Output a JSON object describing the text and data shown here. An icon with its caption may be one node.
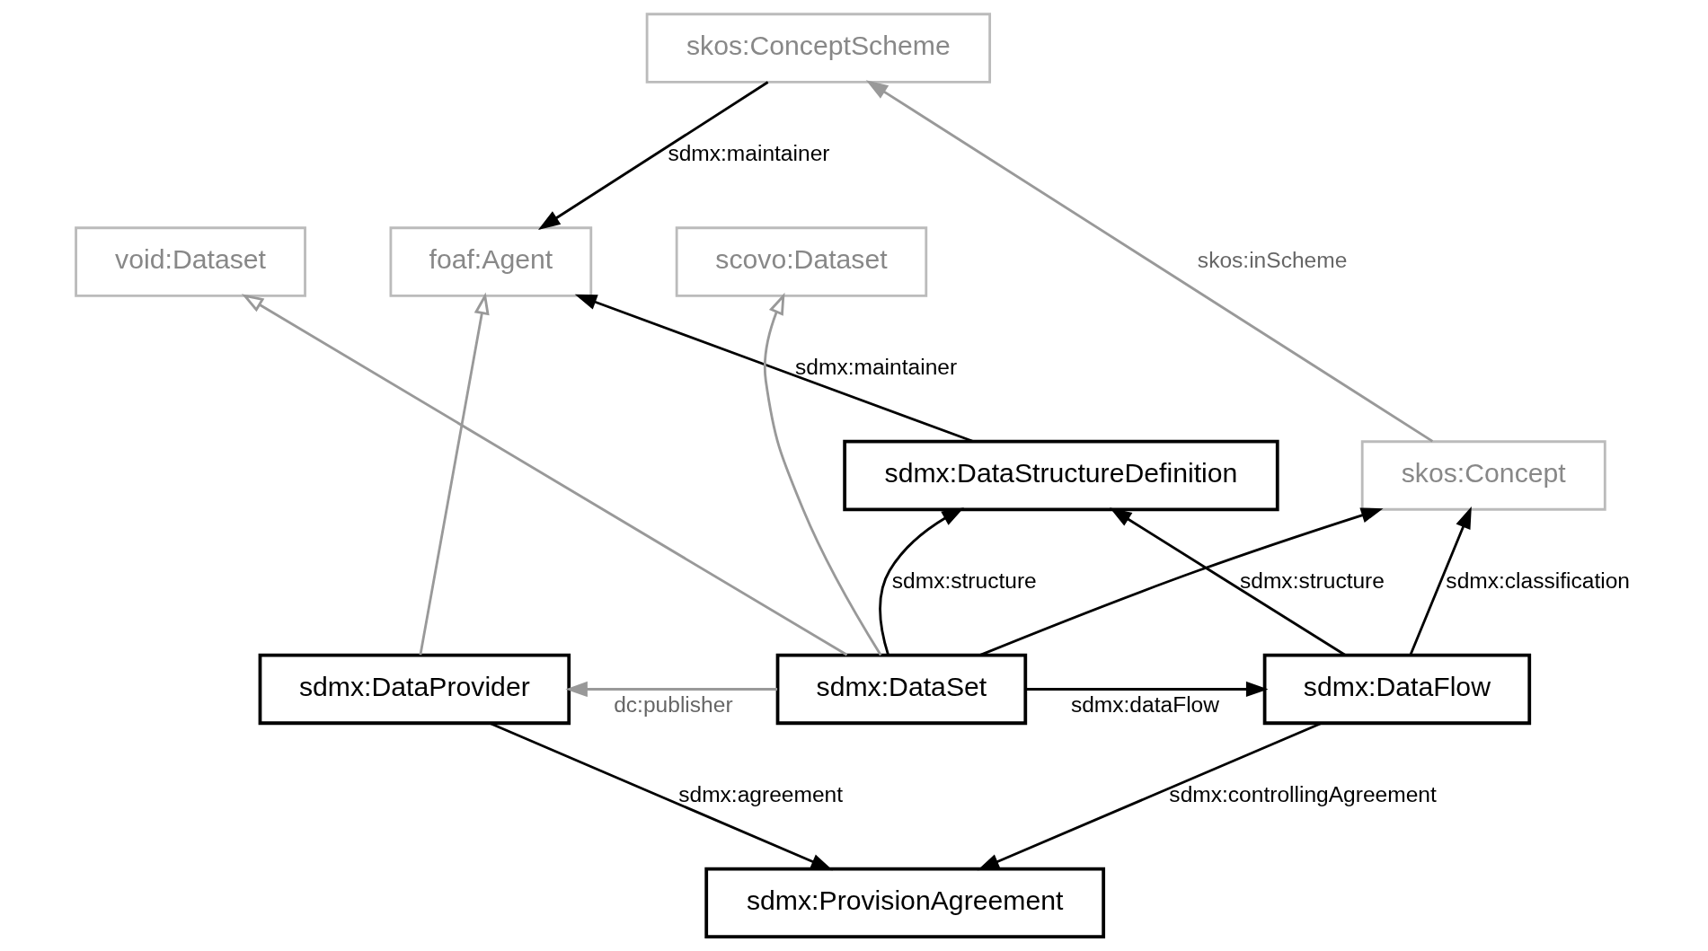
{
  "diagram": {
    "nodes": [
      {
        "text": [
          "skos:ConceptScheme"
        ]
      },
      {
        "text": [
          "sdmx:DataStructureDefinition"
        ]
      },
      {
        "text": [
          "skos:Concept"
        ]
      },
      {
        "text": [
          "foaf:Agent"
        ]
      },
      {
        "text": [
          "void:Dataset"
        ]
      },
      {
        "text": [
          "scovo:Dataset"
        ]
      },
      {
        "text": [
          "sdmx:DataProvider"
        ]
      },
      {
        "text": [
          "sdmx:DataSet"
        ]
      },
      {
        "text": [
          "sdmx:DataFlow"
        ]
      },
      {
        "text": [
          "sdmx:ProvisionAgreement"
        ]
      }
    ],
    "edges": [
      {
        "from": 0,
        "to": 3,
        "arrow": "to",
        "label": "sdmx:maintainer"
      },
      {
        "from": 1,
        "to": 3,
        "arrow": "to",
        "label": "sdmx:maintainer"
      },
      {
        "from": 2,
        "to": 0,
        "arrow": "to",
        "label": "skos:inScheme",
        "color": "#999999"
      },
      {
        "from": 7,
        "to": 1,
        "arrow": "to",
        "label": "sdmx:structure"
      },
      {
        "from": 8,
        "to": 1,
        "arrow": "to",
        "label": "sdmx:structure"
      },
      {
        "from": 7,
        "to": 2,
        "arrow": "to"
      },
      {
        "from": 8,
        "to": 2,
        "arrow": "to",
        "label": "sdmx:classification"
      },
      {
        "from": 6,
        "to": 3,
        "arrow": "to",
        "color": "#999999"
      },
      {
        "from": 7,
        "to": 4,
        "arrow": "to",
        "color": "#999999"
      },
      {
        "from": 7,
        "to": 5,
        "arrow": "to",
        "color": "#999999"
      },
      {
        "from": 7,
        "to": 6,
        "arrow": "to",
        "label": "dc:publisher",
        "color": "#999999"
      },
      {
        "from": 7,
        "to": 8,
        "arrow": "to",
        "label": "sdmx:dataFlow"
      },
      {
        "from": 6,
        "to": 9,
        "arrow": "to",
        "label": "sdmx:agreement"
      },
      {
        "from": 8,
        "to": 9,
        "arrow": "to",
        "label": "sdmx:controllingAgreement"
      }
    ]
  }
}
